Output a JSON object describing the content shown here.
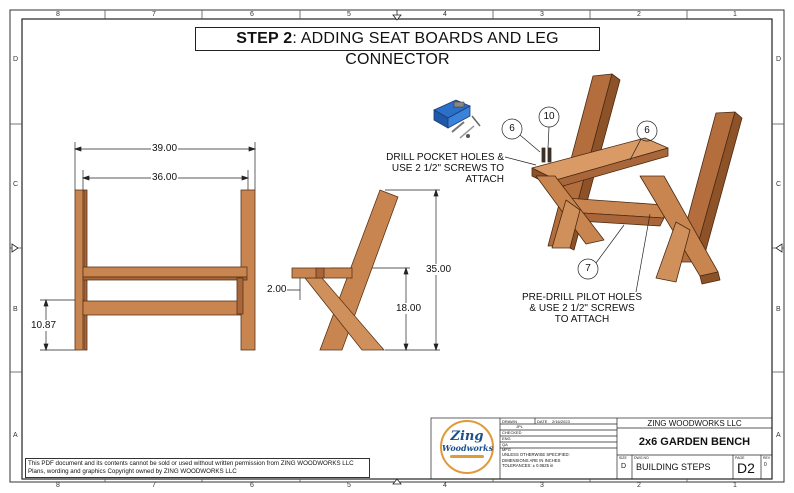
{
  "title": {
    "step": "STEP 2",
    "text": ": ADDING SEAT BOARDS AND LEG CONNECTOR"
  },
  "zones": {
    "top": [
      "8",
      "7",
      "6",
      "5",
      "4",
      "3",
      "2",
      "1"
    ],
    "bottom": [
      "8",
      "7",
      "6",
      "5",
      "4",
      "3",
      "2",
      "1"
    ],
    "left": [
      "D",
      "C",
      "B",
      "A"
    ],
    "right": [
      "D",
      "C",
      "B",
      "A"
    ]
  },
  "front_view": {
    "dim_outer": "39.00",
    "dim_inner": "36.00",
    "dim_height": "10.87"
  },
  "side_view": {
    "dim_thickness": "2.00",
    "dim_overall_height": "35.00",
    "dim_seat_height": "18.00"
  },
  "iso_view": {
    "callouts": [
      "6",
      "10",
      "6",
      "7"
    ],
    "note_top": [
      "DRILL POCKET HOLES &",
      "USE 2 1/2\" SCREWS TO",
      "ATTACH"
    ],
    "note_bottom": [
      "PRE-DRILL PILOT HOLES",
      "& USE 2 1/2\" SCREWS",
      "TO ATTACH"
    ]
  },
  "title_block": {
    "company": "ZING WOODWORKS LLC",
    "product": "2x6 GARDEN BENCH",
    "drawing_name": "BUILDING STEPS",
    "page": "D2",
    "size": "D",
    "rev": "0",
    "drawn_label": "DRAWN",
    "drawn_name": "JPL",
    "date_label": "DATE",
    "date": "2/16/2023",
    "checked_label": "CHECKED",
    "eng_label": "ENG",
    "qa_label": "QA",
    "mfg_label": "MFG",
    "spec_lines": [
      "UNLESS OTHERWISE SPECIFIED:",
      "DIMENSIONS ARE IN INCHES",
      "TOLERANCES: ± 0.0625 in"
    ],
    "size_label": "SIZE",
    "dwg_label": "DWG NO",
    "page_label": "PAGE",
    "rev_label": "REV",
    "logo_top": "Zing",
    "logo_bottom": "Woodworks"
  },
  "legal": [
    "This PDF document and its contents cannot be sold or used without written permission from ZING WOODWORKS LLC",
    "Plans, wording and graphics Copyright owned by ZING WOODWORKS LLC"
  ],
  "colors": {
    "wood": "#c98550",
    "wood_dark": "#a9663a",
    "wood_light": "#d99a66",
    "line": "#111111"
  }
}
